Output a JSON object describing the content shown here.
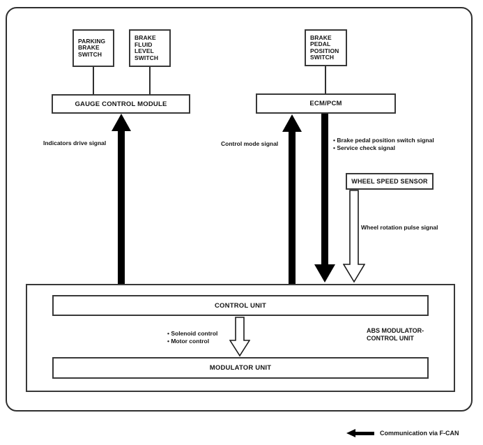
{
  "boxes": {
    "parking_brake_switch": "PARKING\nBRAKE\nSWITCH",
    "brake_fluid_level_switch": "BRAKE\nFLUID\nLEVEL\nSWITCH",
    "brake_pedal_position_switch": "BRAKE\nPEDAL\nPOSITION\nSWITCH",
    "gauge_control_module": "GAUGE CONTROL MODULE",
    "ecm_pcm": "ECM/PCM",
    "wheel_speed_sensor": "WHEEL SPEED SENSOR",
    "control_unit": "CONTROL UNIT",
    "modulator_unit": "MODULATOR UNIT",
    "abs_modulator_control_unit": "ABS MODULATOR-\nCONTROL UNIT"
  },
  "signals": {
    "indicators_drive": "Indicators drive signal",
    "control_mode": "Control mode signal",
    "ecm_outputs": "• Brake pedal position switch signal\n• Service check signal",
    "wheel_rotation": "Wheel rotation pulse signal",
    "control_unit_outputs": "• Solenoid control\n• Motor control"
  },
  "legend": {
    "f_can": "Communication via F-CAN"
  },
  "colors": {
    "line": "#2e2e2e",
    "arrow_fill": "#000000",
    "background": "#ffffff"
  }
}
